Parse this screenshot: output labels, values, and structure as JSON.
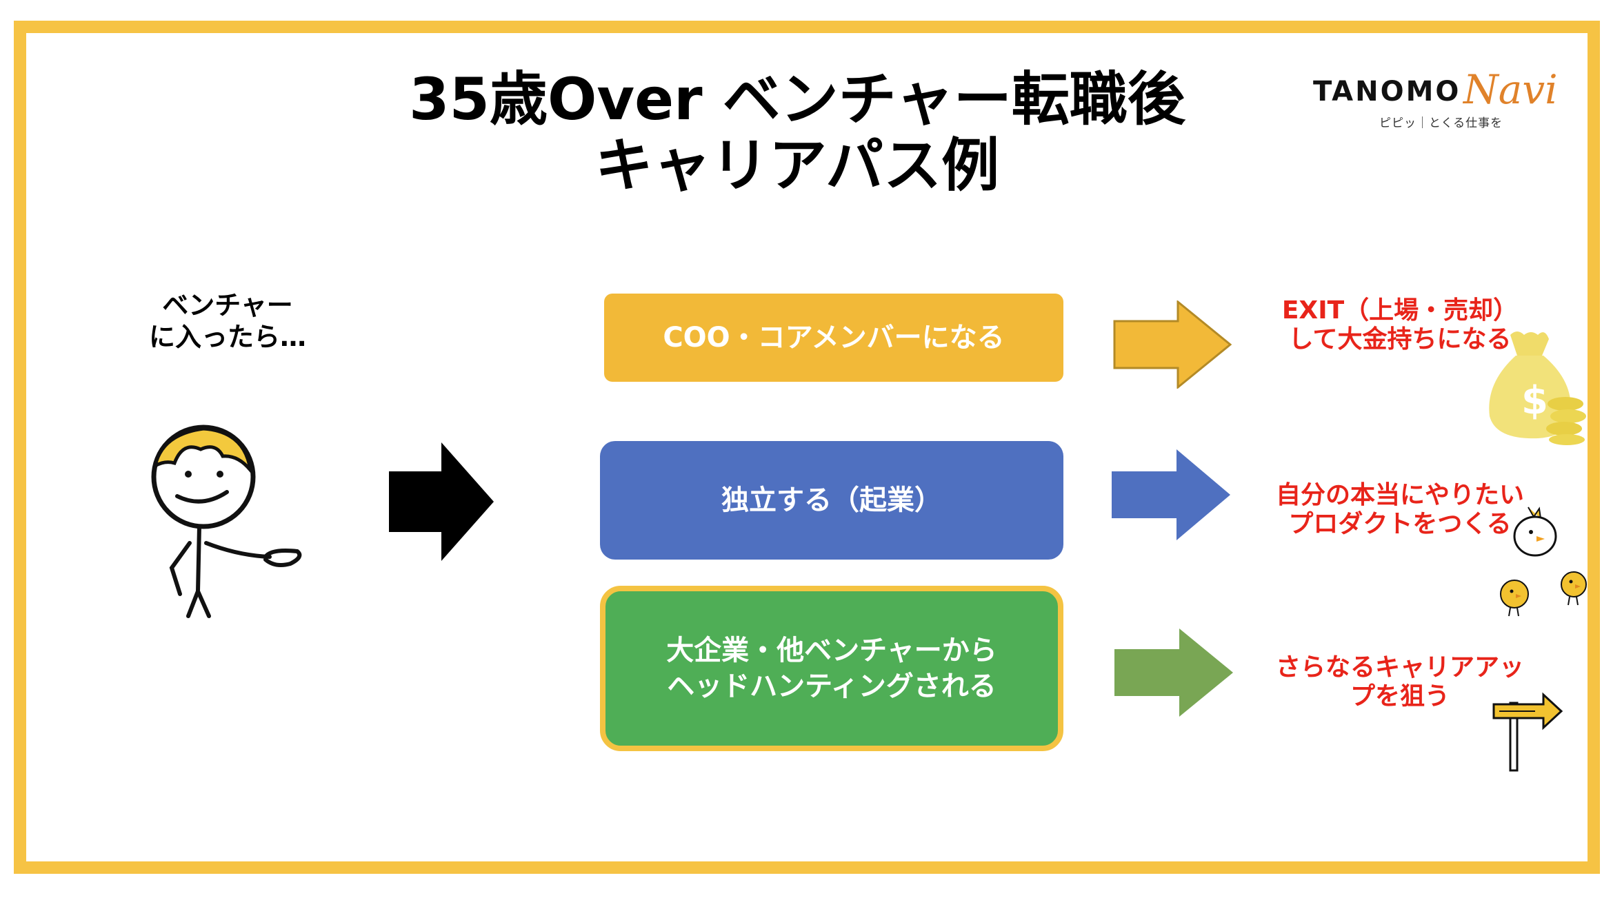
{
  "title": {
    "line1": "35歳Over ベンチャー転職後",
    "line2": "キャリアパス例"
  },
  "logo": {
    "main": "TANOMO",
    "script": "Navi",
    "sub": "ピピッ｜とくる仕事を"
  },
  "intro": {
    "line1": "ベンチャー",
    "line2": "に入ったら…"
  },
  "boxes": [
    {
      "label": "COO・コアメンバーになる",
      "color": "#f2b938"
    },
    {
      "label": "独立する（起業）",
      "color": "#4f70c0"
    },
    {
      "line1": "大企業・他ベンチャーから",
      "line2": "ヘッドハンティングされる",
      "color": "#4fae56"
    }
  ],
  "arrows": {
    "main_color": "#000000",
    "colors": [
      "#f2b938",
      "#4f70c0",
      "#79a654"
    ]
  },
  "outcomes": [
    {
      "line1": "EXIT（上場・売却）",
      "line2": "して大金持ちになる"
    },
    {
      "line1": "自分の本当にやりたい",
      "line2": "プロダクトをつくる"
    },
    {
      "line1": "さらなるキャリアアッ",
      "line2": "プを狙う"
    }
  ],
  "icons": {
    "person": "stick-figure-presenting-icon",
    "money": "money-bag-icon",
    "chicks": "chicks-icon",
    "sign": "direction-sign-icon"
  },
  "colors": {
    "frame": "#f6c344",
    "outcome_text": "#e8241a"
  }
}
